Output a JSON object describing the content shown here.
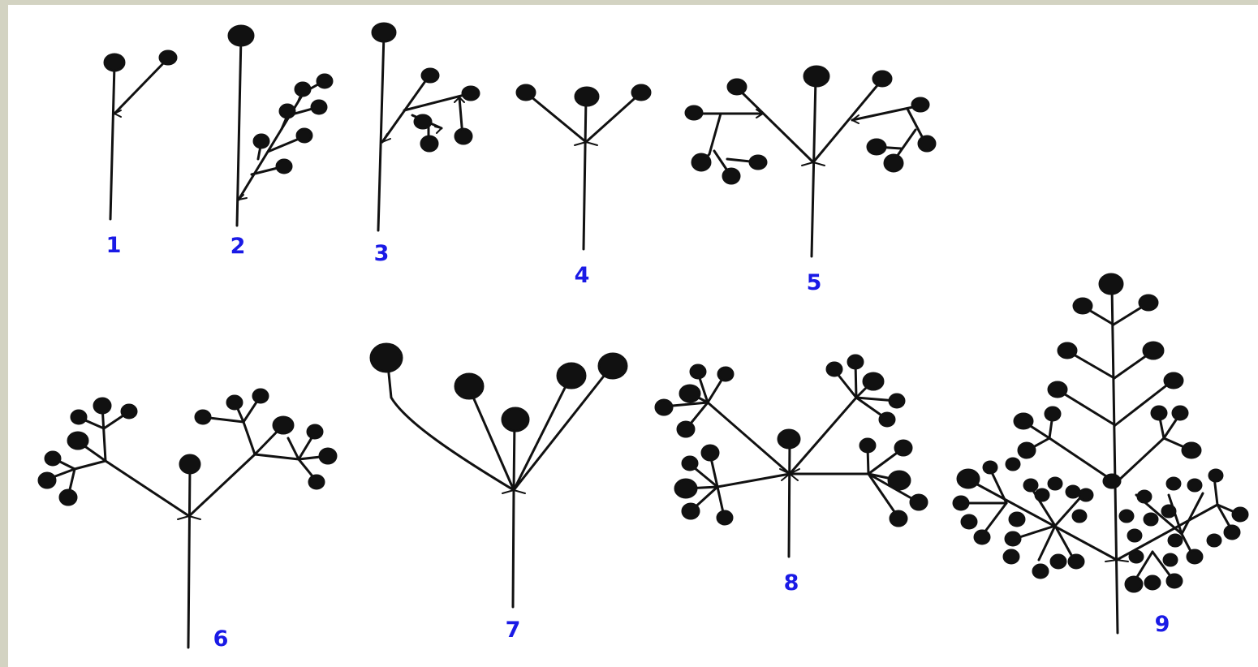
{
  "colors": {
    "border": "#d3d3c2",
    "panel": "#ffffff",
    "ink": "#111111",
    "label": "#1a1ae6"
  },
  "figures": [
    {
      "id": "fig-1",
      "label": "1"
    },
    {
      "id": "fig-2",
      "label": "2"
    },
    {
      "id": "fig-3",
      "label": "3"
    },
    {
      "id": "fig-4",
      "label": "4"
    },
    {
      "id": "fig-5",
      "label": "5"
    },
    {
      "id": "fig-6",
      "label": "6"
    },
    {
      "id": "fig-7",
      "label": "7"
    },
    {
      "id": "fig-8",
      "label": "8"
    },
    {
      "id": "fig-9",
      "label": "9"
    }
  ]
}
